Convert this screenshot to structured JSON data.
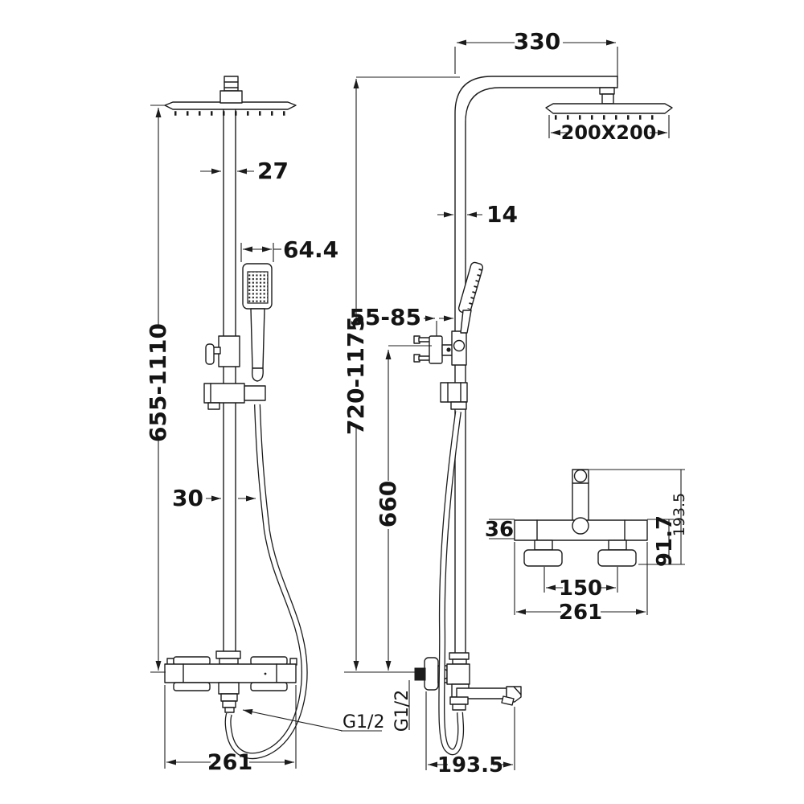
{
  "drawing": {
    "background": "#ffffff",
    "line_color": "#1c1c1c",
    "front_view": {
      "dim_pipe_width": "27",
      "dim_handset_width": "64.4",
      "dim_height_range": "655-1110",
      "dim_hose_offset": "30",
      "dim_valve_width": "261",
      "dim_outlet_thread": "G1/2"
    },
    "side_view": {
      "dim_arm_reach": "330",
      "dim_head_size": "200X200",
      "dim_pipe_depth": "14",
      "dim_bracket_range": "55-85",
      "dim_height_range": "720-1175",
      "dim_valve_to_bracket": "660",
      "dim_inlet_thread": "G1/2",
      "dim_valve_depth": "193.5"
    },
    "valve_detail_view": {
      "dim_body_height": "36",
      "dim_handle_height": "91.7",
      "dim_total_height": "193.5",
      "dim_inlet_spacing": "150",
      "dim_body_width": "261"
    }
  }
}
